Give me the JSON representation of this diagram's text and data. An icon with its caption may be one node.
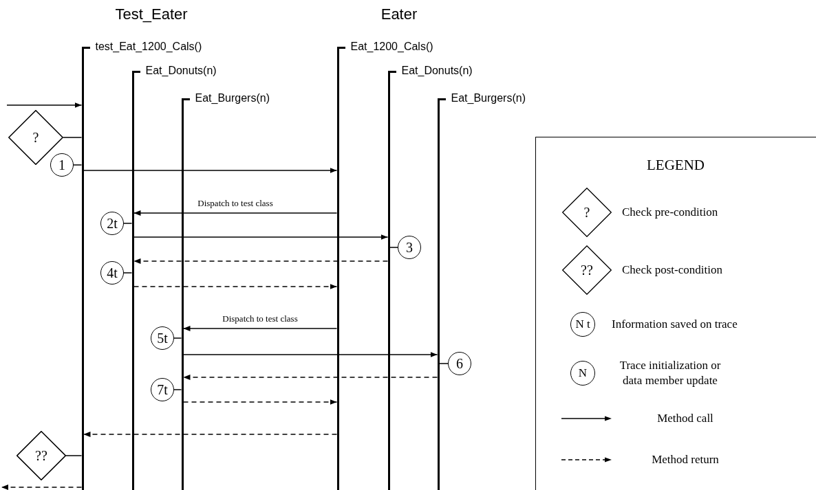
{
  "diagram": {
    "nodes": [
      {
        "text": [
          "test_Eat_1200_Cals()"
        ]
      },
      {
        "text": [
          "Eat_Donuts(n)"
        ]
      },
      {
        "text": [
          "Eat_Burgers(n)"
        ]
      },
      {
        "text": [
          "Eat_1200_Cals()"
        ]
      },
      {
        "text": [
          "Eat_Donuts(n)"
        ]
      },
      {
        "text": [
          "Eat_Burgers(n)"
        ]
      },
      {
        "text": [
          "?"
        ]
      },
      {
        "text": [
          "1"
        ]
      },
      {
        "text": [
          "2t"
        ]
      },
      {
        "text": [
          "3"
        ]
      },
      {
        "text": [
          "4t"
        ]
      },
      {
        "text": [
          "5t"
        ]
      },
      {
        "text": [
          "6"
        ]
      },
      {
        "text": [
          "7t"
        ]
      },
      {
        "text": [
          "??"
        ]
      }
    ],
    "edges": [
      {
        "from": null,
        "to": 0,
        "arrow": "to"
      },
      {
        "from": 6,
        "to": 0,
        "arrow": "none"
      },
      {
        "from": 7,
        "to": 0,
        "arrow": "none"
      },
      {
        "from": 0,
        "to": 3,
        "arrow": "to"
      },
      {
        "from": 3,
        "to": 1,
        "arrow": "to",
        "label": "Dispatch to test class"
      },
      {
        "from": 8,
        "to": 1,
        "arrow": "none"
      },
      {
        "from": 1,
        "to": 4,
        "arrow": "to"
      },
      {
        "from": 9,
        "to": 4,
        "arrow": "none"
      },
      {
        "from": 4,
        "to": 1,
        "arrow": "to",
        "style": "dashed"
      },
      {
        "from": 10,
        "to": 1,
        "arrow": "none"
      },
      {
        "from": 1,
        "to": 3,
        "arrow": "to",
        "style": "dashed"
      },
      {
        "from": 3,
        "to": 2,
        "arrow": "to",
        "label": "Dispatch to test class"
      },
      {
        "from": 11,
        "to": 2,
        "arrow": "none"
      },
      {
        "from": 2,
        "to": 5,
        "arrow": "to"
      },
      {
        "from": 12,
        "to": 5,
        "arrow": "none"
      },
      {
        "from": 5,
        "to": 2,
        "arrow": "to",
        "style": "dashed"
      },
      {
        "from": 13,
        "to": 2,
        "arrow": "none"
      },
      {
        "from": 2,
        "to": 3,
        "arrow": "to",
        "style": "dashed"
      },
      {
        "from": 3,
        "to": 0,
        "arrow": "to",
        "style": "dashed"
      },
      {
        "from": 14,
        "to": 0,
        "arrow": "none"
      },
      {
        "from": 0,
        "to": null,
        "arrow": "to",
        "style": "dashed"
      }
    ],
    "labels": [
      "Test_Eater",
      "Eater",
      "LEGEND",
      "?",
      "??",
      "N t",
      "N"
    ],
    "legend": [
      {
        "text": "Check pre-condition"
      },
      {
        "text": "Check post-condition"
      },
      {
        "text": "Information saved on trace"
      },
      {
        "text": "Trace initialization or data member update"
      },
      {
        "text": "Method call"
      },
      {
        "text": "Method return"
      }
    ]
  }
}
